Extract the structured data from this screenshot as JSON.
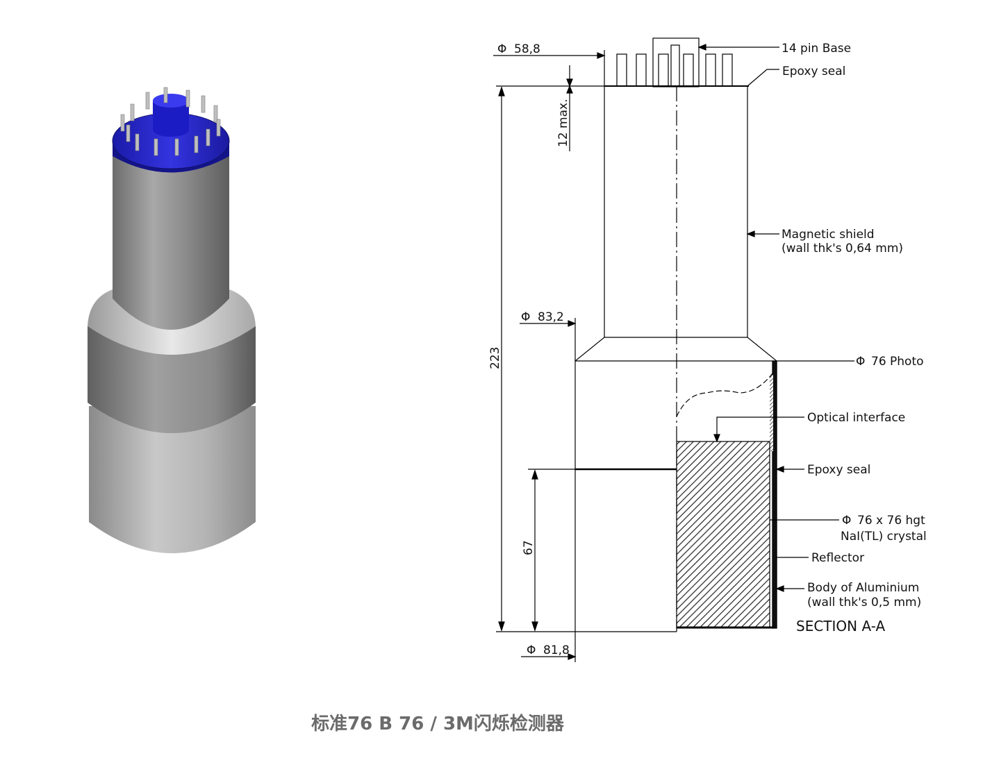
{
  "drawing": {
    "dim_top_diameter": "58,8",
    "dim_12_max": "12 max.",
    "dim_overall_height": "223",
    "dim_mid_diameter": "83,2",
    "dim_67": "67",
    "dim_bottom_diameter": "81,8",
    "label_pin_base": "14 pin Base",
    "label_epoxy_seal_top": "Epoxy seal",
    "label_magnetic_shield_1": "Magnetic shield",
    "label_magnetic_shield_2": "(wall thk's 0,64 mm)",
    "label_photo": "76 Photo",
    "label_optical_interface": "Optical interface",
    "label_epoxy_seal_side": "Epoxy seal",
    "label_crystal_1": "76 x 76 hgt",
    "label_crystal_2": "NaI(TL) crystal",
    "label_reflector": "Reflector",
    "label_body_1": "Body of Aluminium",
    "label_body_2": "(wall thk's 0,5 mm)",
    "section_title": "SECTION A-A",
    "phi_symbol": "Φ"
  },
  "colors": {
    "base_blue": "#1f1fd0",
    "metal_gray": "#9a9a9a",
    "caption_gray": "#6b6b6b"
  },
  "caption": "标准76 B 76 / 3M闪烁检测器"
}
